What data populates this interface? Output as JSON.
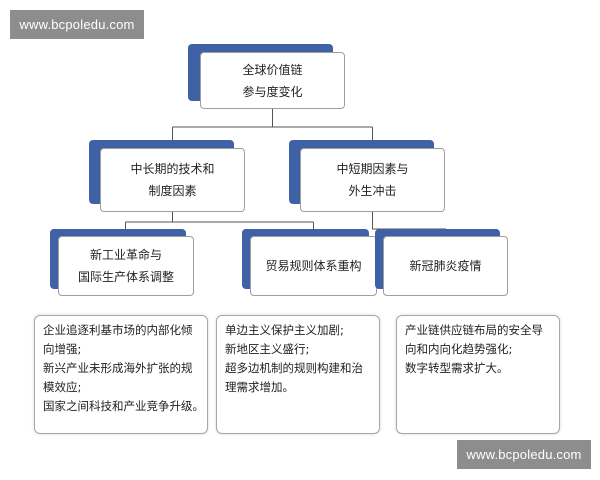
{
  "watermark": "www.bcpoledu.com",
  "root": {
    "line1": "全球价值链",
    "line2": "参与度变化"
  },
  "level1": [
    {
      "line1": "中长期的技术和",
      "line2": "制度因素"
    },
    {
      "line1": "中短期因素与",
      "line2": "外生冲击"
    }
  ],
  "level2": [
    {
      "line1": "新工业革命与",
      "line2": "国际生产体系调整"
    },
    {
      "line1": "贸易规则体系重构"
    },
    {
      "line1": "新冠肺炎疫情"
    }
  ],
  "details": [
    {
      "lines": [
        "企业追逐利基市场的内部化倾",
        "向增强;",
        "新兴产业未形成海外扩张的规",
        "模效应;",
        "国家之间科技和产业竞争升级。"
      ]
    },
    {
      "lines": [
        "单边主义保护主义加剧;",
        "新地区主义盛行;",
        "超多边机制的规则构建和治",
        "理需求增加。"
      ]
    },
    {
      "lines": [
        "产业链供应链布局的安全导",
        "向和内向化趋势强化;",
        "数字转型需求扩大。"
      ]
    }
  ],
  "colors": {
    "shadow": "#3f62a6",
    "border": "#9e9e9e",
    "watermark_bg": "#8d8d8d"
  }
}
